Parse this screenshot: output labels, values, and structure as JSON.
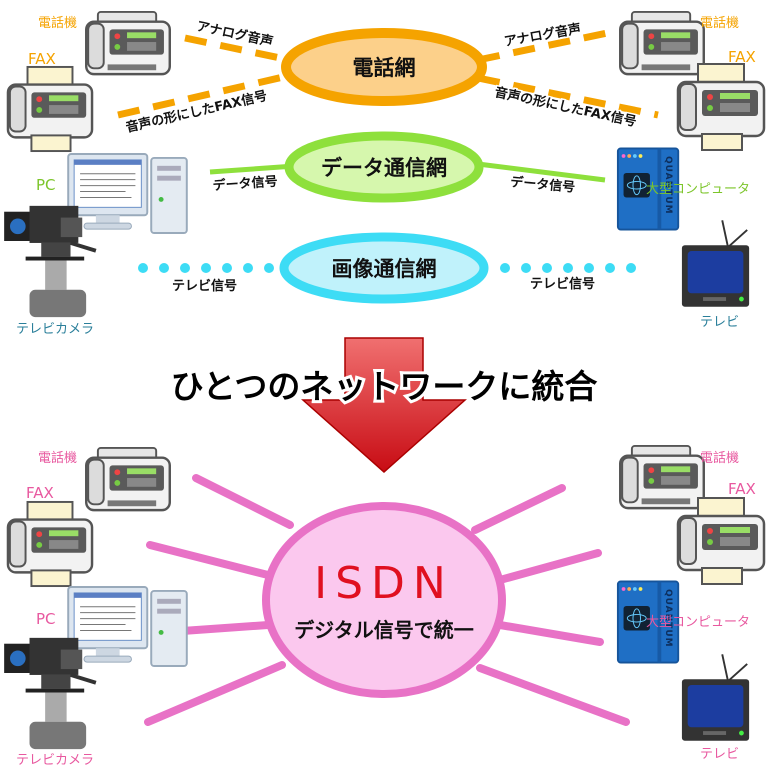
{
  "colors": {
    "phone_net": "#f5a300",
    "data_net": "#8ee03c",
    "image_net": "#3ddcf5",
    "isdn": "#e872c6",
    "arrow": "#d8141c",
    "isdn_text": "#e01020",
    "label_pink": "#e8589f"
  },
  "top": {
    "left_labels": {
      "phone": "電話機",
      "fax": "FAX",
      "pc": "PC",
      "camera": "テレビカメラ"
    },
    "right_labels": {
      "phone": "電話機",
      "fax": "FAX",
      "computer": "大型コンピュータ",
      "tv": "テレビ"
    },
    "networks": {
      "phone": "電話網",
      "data": "データ通信網",
      "image": "画像通信網"
    },
    "signals": {
      "analog_left": "アナログ音声",
      "fax_left": "音声の形にしたFAX信号",
      "analog_right": "アナログ音声",
      "fax_right": "音声の形にしたFAX信号",
      "data_left": "データ信号",
      "data_right": "データ信号",
      "tv_left": "テレビ信号",
      "tv_right": "テレビ信号"
    }
  },
  "middle": {
    "caption": "ひとつのネットワークに統合"
  },
  "bottom": {
    "left_labels": {
      "phone": "電話機",
      "fax": "FAX",
      "pc": "PC",
      "camera": "テレビカメラ"
    },
    "right_labels": {
      "phone": "電話機",
      "fax": "FAX",
      "computer": "大型コンピュータ",
      "tv": "テレビ"
    },
    "isdn_title": "ISDN",
    "isdn_subtitle": "デジタル信号で統一"
  },
  "computer_brand": "QUANTUM"
}
